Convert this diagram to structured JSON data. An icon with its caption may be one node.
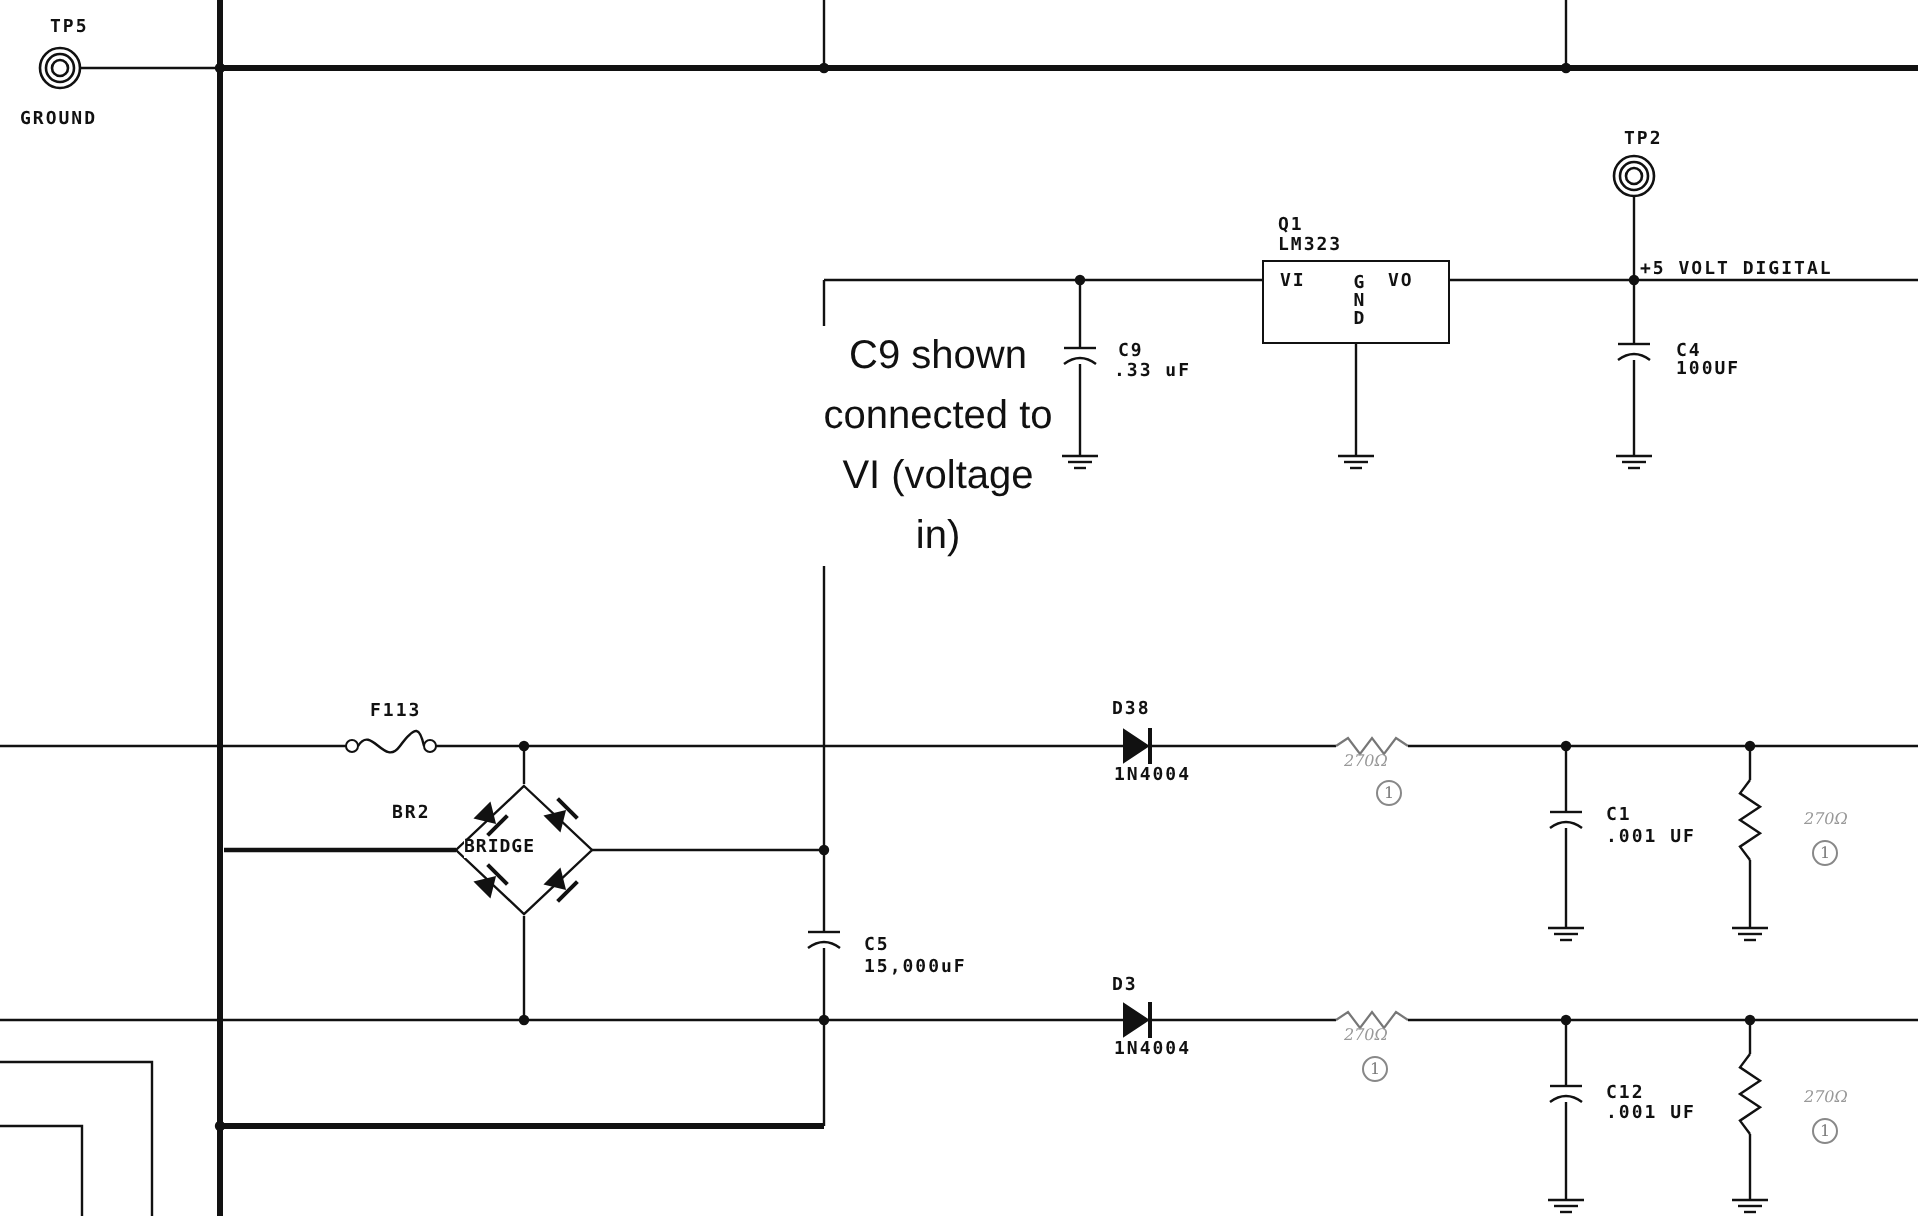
{
  "diagram": {
    "nodes": [
      {
        "text": [
          "VI",
          "GND",
          "VO"
        ],
        "beside": [
          "Q1",
          "LM323"
        ]
      },
      {
        "text": [
          "BRIDGE"
        ],
        "beside": [
          "BR2"
        ]
      }
    ],
    "labels": [
      "TP5",
      "GROUND",
      "TP2",
      "+5 VOLT DIGITAL",
      "C9 shown connected to VI (voltage in)",
      "C9",
      ".33 uF",
      "C4",
      "100UF",
      "F113",
      "D38",
      "1N4004",
      "270Ω",
      "1",
      "C1",
      ".001 UF",
      "270Ω",
      "1",
      "C5",
      "15,000uF",
      "D3",
      "1N4004",
      "270Ω",
      "1",
      "C12",
      ".001 UF",
      "270Ω",
      "1"
    ]
  }
}
